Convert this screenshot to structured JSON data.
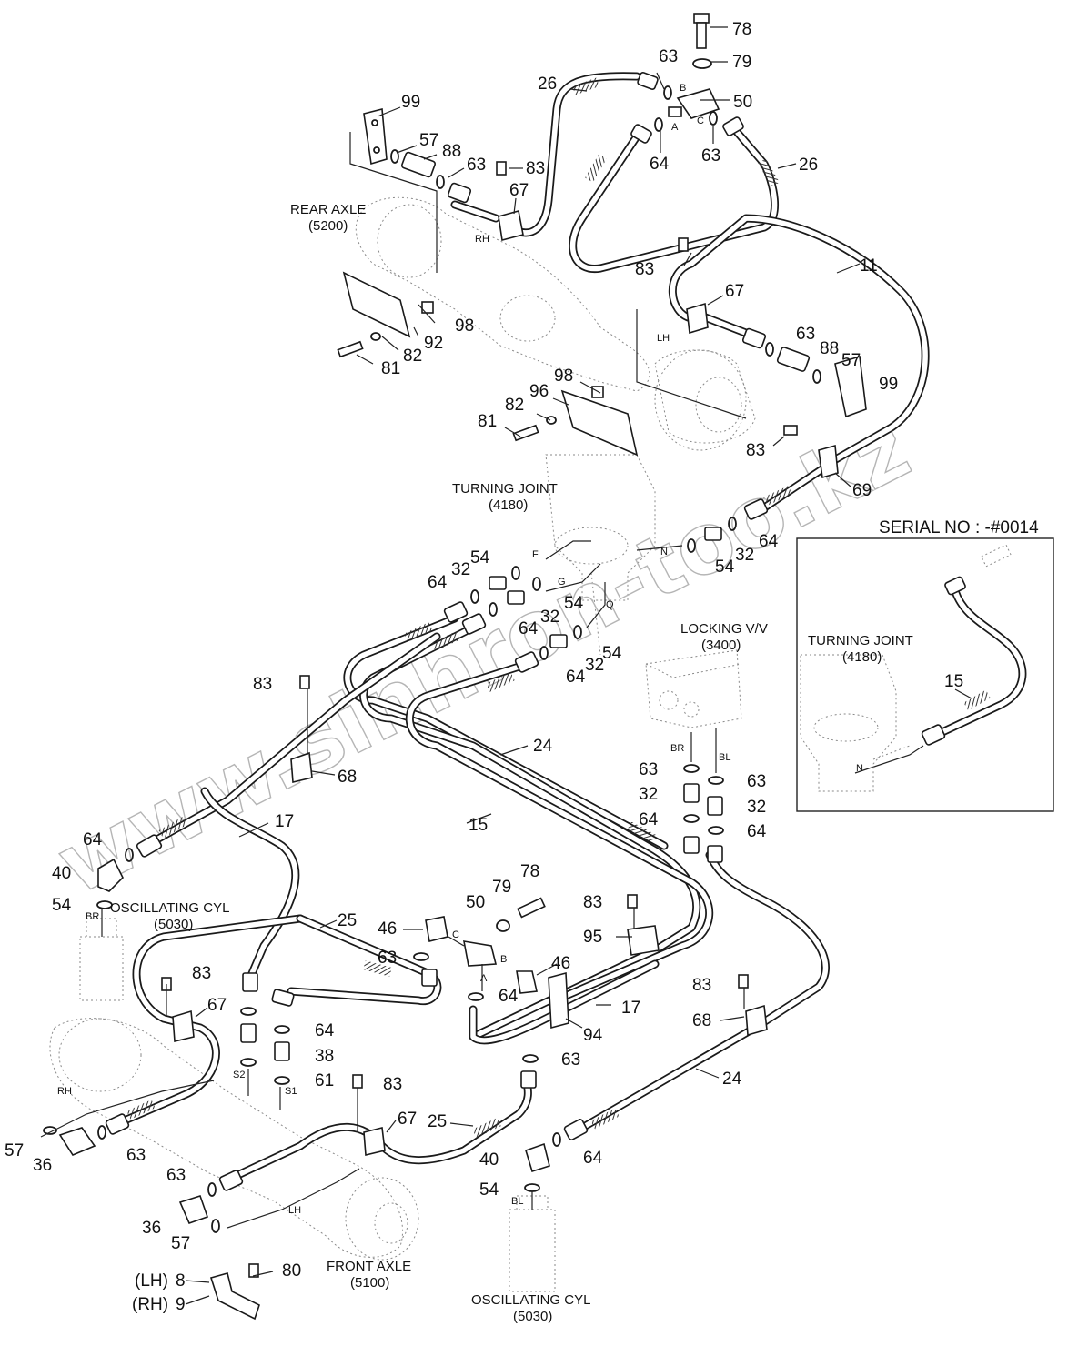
{
  "serial_note": "SERIAL NO : -#0014",
  "watermark": "www.sinhron-too.kz",
  "components": {
    "rear_axle": {
      "name": "REAR AXLE",
      "ref": "(5200)"
    },
    "turning_joint": {
      "name": "TURNING JOINT",
      "ref": "(4180)"
    },
    "turning_joint_inset": {
      "name": "TURNING JOINT",
      "ref": "(4180)"
    },
    "locking_valve": {
      "name": "LOCKING V/V",
      "ref": "(3400)"
    },
    "osc_cyl_left": {
      "name": "OSCILLATING CYL",
      "ref": "(5030)"
    },
    "osc_cyl_bottom": {
      "name": "OSCILLATING CYL",
      "ref": "(5030)"
    },
    "front_axle": {
      "name": "FRONT AXLE",
      "ref": "(5100)"
    }
  },
  "port_letters": {
    "rh_top": "RH",
    "lh_top": "LH",
    "rh_front": "RH",
    "lh_front": "LH",
    "b_top": "B",
    "a_top": "A",
    "c_top": "C",
    "f": "F",
    "g": "G",
    "n": "N",
    "q": "Q",
    "n_inset": "N",
    "br_valve": "BR",
    "bl_valve": "BL",
    "br_cyl": "BR",
    "bl_cyl": "BL",
    "c_mid": "C",
    "b_mid": "B",
    "a_mid": "A",
    "s2": "S2",
    "s1": "S1"
  },
  "callouts": {
    "n78_top": "78",
    "n79_top": "79",
    "n63_t1": "63",
    "n50_top": "50",
    "n26_left": "26",
    "n64_t1": "64",
    "n63_t2": "63",
    "n26_right": "26",
    "n99_top": "99",
    "n57_top": "57",
    "n88_top": "88",
    "n63_t3": "63",
    "n83_t1": "83",
    "n67_t1": "67",
    "n11": "11",
    "n83_t2": "83",
    "n67_t2": "67",
    "n98_a": "98",
    "n92": "92",
    "n82_a": "82",
    "n81_a": "81",
    "n63_lh": "63",
    "n88_lh": "88",
    "n57_lh": "57",
    "n99_lh": "99",
    "n98_b": "98",
    "n96": "96",
    "n82_b": "82",
    "n81_b": "81",
    "n83_t3": "83",
    "n69": "69",
    "n64_s1": "64",
    "n32_s1": "32",
    "n54_s1": "54",
    "n54_f": "54",
    "n32_f": "32",
    "n64_f": "64",
    "n54_g": "54",
    "n32_g": "32",
    "n64_g": "64",
    "n54_q": "54",
    "n32_q": "32",
    "n64_q": "64",
    "n83_m1": "83",
    "n68_m1": "68",
    "n24_top": "24",
    "n63_br": "63",
    "n63_bl": "63",
    "n32_br": "32",
    "n32_bl": "32",
    "n64_br": "64",
    "n64_bl": "64",
    "n17_a": "17",
    "n15_main": "15",
    "n64_l": "64",
    "n40_l": "40",
    "n54_l": "54",
    "n25_a": "25",
    "n46_a": "46",
    "n63_c": "63",
    "n50_mid": "50",
    "n79_mid": "79",
    "n78_mid": "78",
    "n83_r": "83",
    "n95": "95",
    "n46_b": "46",
    "n64_c": "64",
    "n17_b": "17",
    "n94": "94",
    "n63_d": "63",
    "n83_l": "83",
    "n67_l": "67",
    "n64_e": "64",
    "n38": "38",
    "n61": "61",
    "n83_r2": "83",
    "n68_r2": "68",
    "n24_b": "24",
    "n83_f": "83",
    "n67_f": "67",
    "n25_b": "25",
    "n57_l": "57",
    "n36_l": "36",
    "n63_l2": "63",
    "n40_b": "40",
    "n64_b2": "64",
    "n54_b": "54",
    "n63_b3": "63",
    "n36_b": "36",
    "n57_b": "57",
    "n80": "80",
    "n15_inset": "15"
  },
  "bracket_legend": {
    "lh_label": "(LH)",
    "lh_num": "8",
    "rh_label": "(RH)",
    "rh_num": "9"
  },
  "icons": [
    "hose-assembly",
    "o-ring",
    "hex-bolt",
    "washer",
    "tee-fitting",
    "elbow-fitting",
    "clamp"
  ]
}
